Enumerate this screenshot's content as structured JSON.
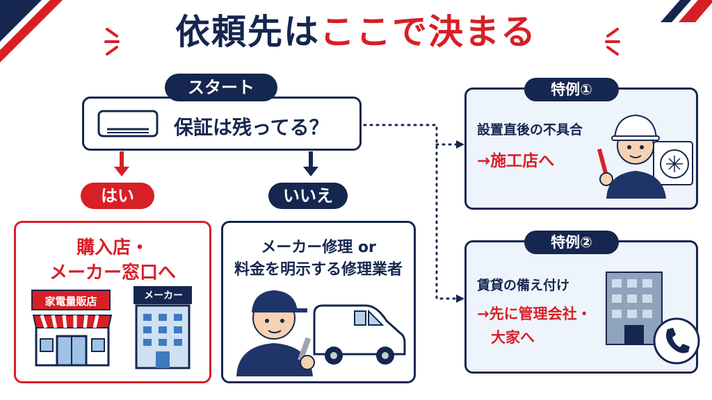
{
  "title": {
    "part1": "依頼先は",
    "part2": "ここで決まる"
  },
  "start": {
    "label": "スタート",
    "question": "保証は残ってる？"
  },
  "yes": {
    "label": "はい",
    "result_line1": "購入店・",
    "result_line2": "メーカー窓口へ",
    "store_sign": "家電量販店",
    "maker_sign": "メーカー"
  },
  "no": {
    "label": "いいえ",
    "result_line1": "メーカー修理 or",
    "result_line2": "料金を明示する修理業者"
  },
  "special1": {
    "label": "特例①",
    "condition": "設置直後の不具合",
    "result": "→施工店へ"
  },
  "special2": {
    "label": "特例②",
    "condition": "賃貸の備え付け",
    "result_line1": "→先に管理会社・",
    "result_line2": "大家へ"
  },
  "colors": {
    "navy": "#15264f",
    "red": "#d71f26",
    "light_blue": "#eef4fb"
  }
}
